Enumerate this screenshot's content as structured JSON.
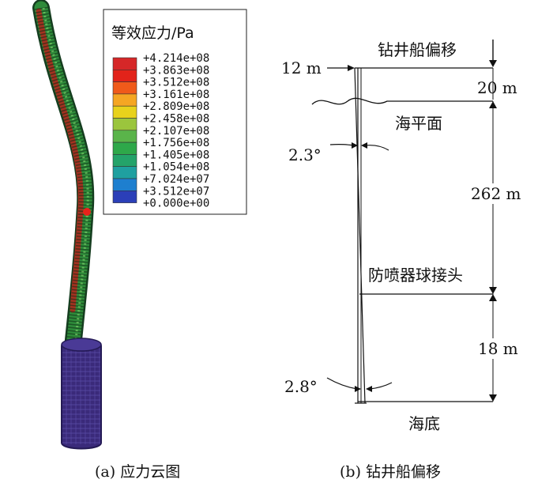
{
  "panel_a": {
    "caption": "(a) 应力云图",
    "legend": {
      "title": "等效应力/Pa",
      "entries": [
        {
          "label": "+4.214e+08",
          "color": "#d62728"
        },
        {
          "label": "+3.863e+08",
          "color": "#e2231a"
        },
        {
          "label": "+3.512e+08",
          "color": "#f05a1a"
        },
        {
          "label": "+3.161e+08",
          "color": "#f5a623"
        },
        {
          "label": "+2.809e+08",
          "color": "#e8d21c"
        },
        {
          "label": "+2.458e+08",
          "color": "#9bc53d"
        },
        {
          "label": "+2.107e+08",
          "color": "#5ab44a"
        },
        {
          "label": "+1.756e+08",
          "color": "#2ea84a"
        },
        {
          "label": "+1.405e+08",
          "color": "#24a36a"
        },
        {
          "label": "+1.054e+08",
          "color": "#1fa0a0"
        },
        {
          "label": "+7.024e+07",
          "color": "#1e7fcf"
        },
        {
          "label": "+3.512e+07",
          "color": "#2b3fb8"
        },
        {
          "label": "+0.000e+00",
          "color": "#3a2a7a"
        }
      ]
    },
    "colors": {
      "riser_outer": "#1f6f3a",
      "riser_inner": "#3a9a3a",
      "riser_hot": "#b0281e",
      "base": "#3a2a7a",
      "base_grid": "#5b4ea8",
      "marker": "#e8221b"
    }
  },
  "panel_b": {
    "caption": "(b) 钻井船偏移",
    "labels": {
      "ship_offset": "钻井船偏移",
      "offset_12m": "12 m",
      "h_20m": "20 m",
      "sea_level": "海平面",
      "angle_top": "2.3°",
      "h_262m": "262 m",
      "bop_joint": "防喷器球接头",
      "h_18m": "18 m",
      "angle_bottom": "2.8°",
      "seabed": "海底"
    }
  }
}
